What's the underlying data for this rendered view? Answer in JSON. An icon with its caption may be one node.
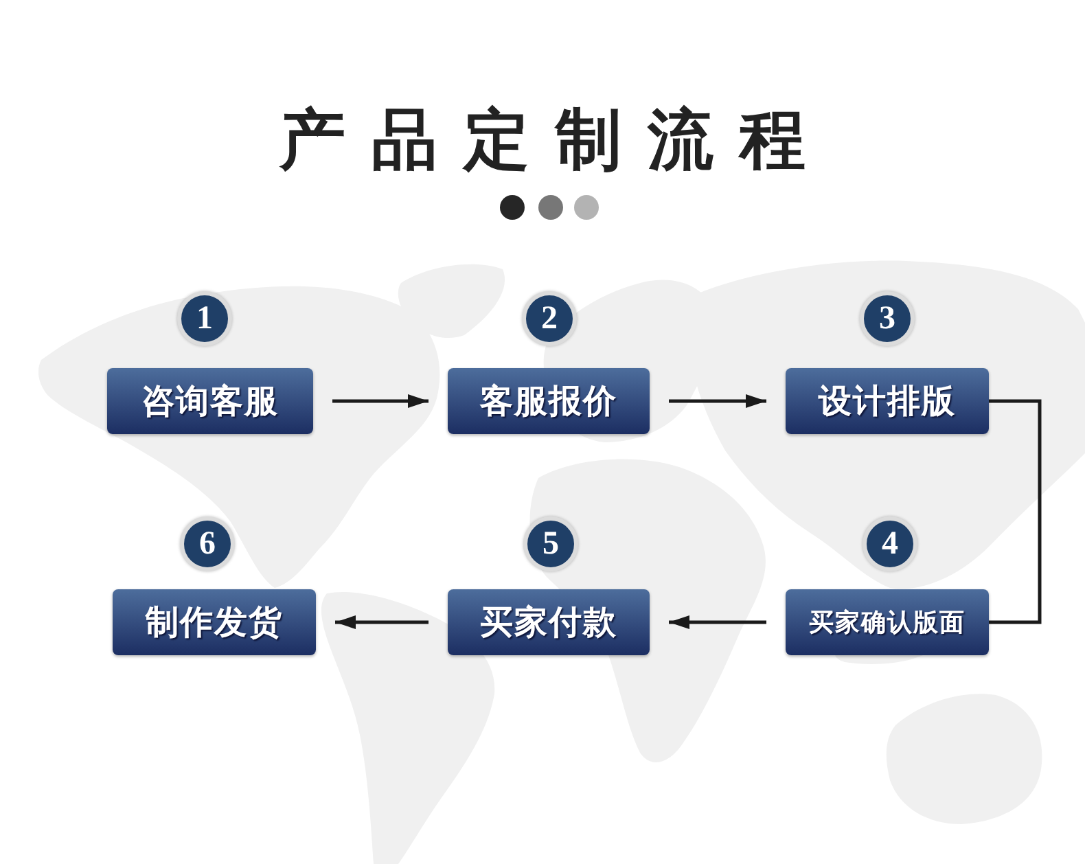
{
  "diagram": {
    "title": "产品定制流程",
    "nodes": [
      {
        "text": [
          "1"
        ]
      },
      {
        "text": [
          "咨询客服"
        ]
      },
      {
        "text": [
          "2"
        ]
      },
      {
        "text": [
          "客服报价"
        ]
      },
      {
        "text": [
          "3"
        ]
      },
      {
        "text": [
          "设计排版"
        ]
      },
      {
        "text": [
          "4"
        ]
      },
      {
        "text": [
          "买家确认版面"
        ]
      },
      {
        "text": [
          "5"
        ]
      },
      {
        "text": [
          "买家付款"
        ]
      },
      {
        "text": [
          "6"
        ]
      },
      {
        "text": [
          "制作发货"
        ]
      }
    ],
    "edges": [
      {
        "from": 1,
        "to": 3,
        "arrow": "to"
      },
      {
        "from": 3,
        "to": 5,
        "arrow": "to"
      },
      {
        "from": 5,
        "to": 7,
        "arrow": "none"
      },
      {
        "from": 7,
        "to": 9,
        "arrow": "to"
      },
      {
        "from": 9,
        "to": 11,
        "arrow": "to"
      }
    ]
  }
}
